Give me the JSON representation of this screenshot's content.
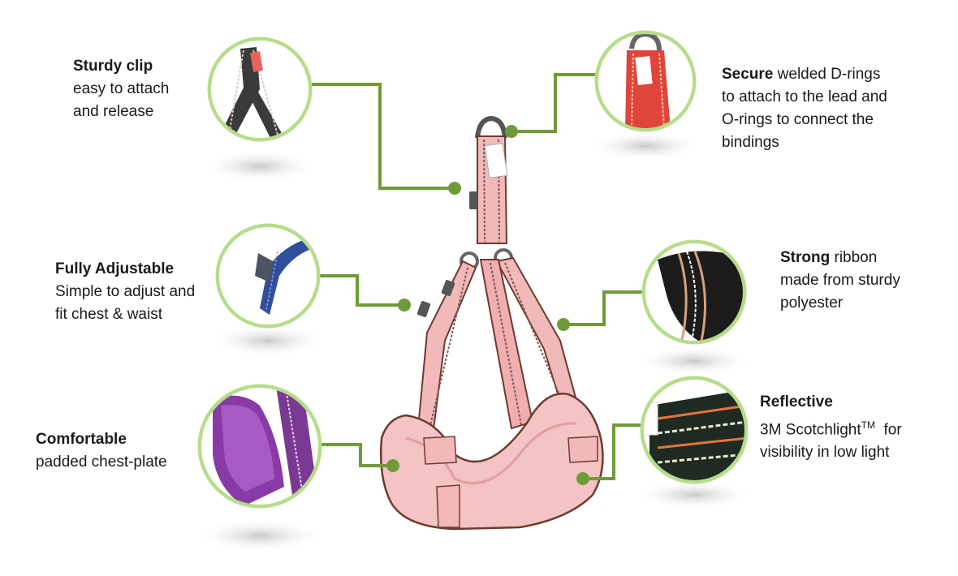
{
  "features": {
    "sturdy_clip": {
      "title": "Sturdy clip",
      "line1": "easy to attach",
      "line2": "and release"
    },
    "adjustable": {
      "title": "Fully Adjustable",
      "line1": "Simple to adjust and",
      "line2": "fit chest & waist"
    },
    "comfortable": {
      "title": "Comfortable",
      "line1": "padded chest-plate"
    },
    "secure": {
      "title": "Secure",
      "line1_rest": " welded D-rings",
      "line2": "to attach to the lead and",
      "line3": "O-rings to connect the",
      "line4": "bindings"
    },
    "strong": {
      "title": "Strong",
      "line1_rest": " ribbon",
      "line2": "made from sturdy",
      "line3": "polyester"
    },
    "reflective": {
      "title": "Reflective",
      "line1_prefix": "3M Scotchlight",
      "line1_tm": "TM",
      "line1_suffix": "  for",
      "line2": "visibility in low light"
    }
  },
  "colors": {
    "callout_green": "#6f9a3a",
    "bubble_ring": "#b6dd8a",
    "harness_pink": "#f2b9bb",
    "harness_outline": "#6b3b2f"
  }
}
